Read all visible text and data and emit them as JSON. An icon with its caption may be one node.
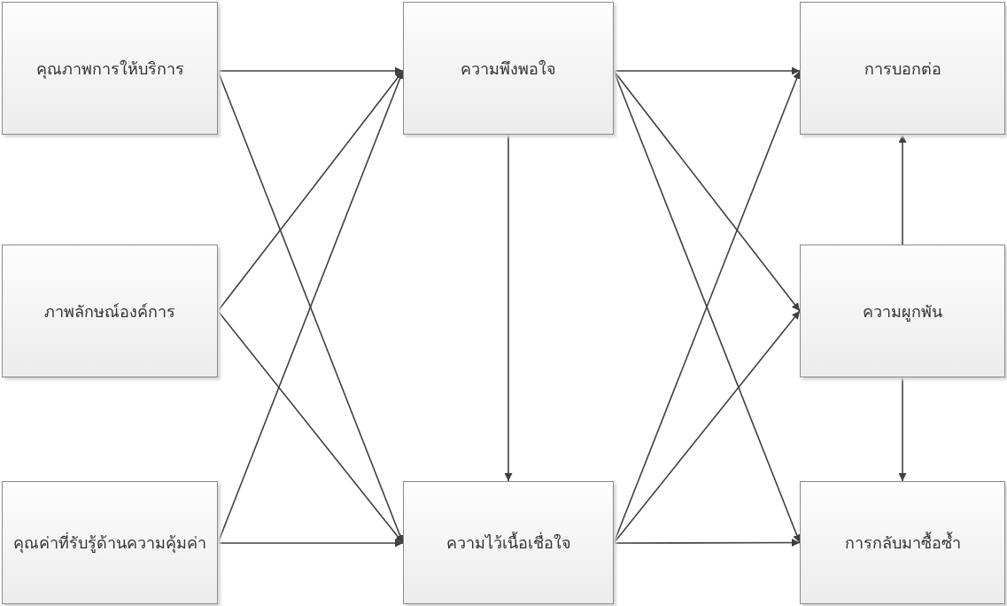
{
  "diagram": {
    "nodes": [
      {
        "text": [
          "คุณภาพการให้บริการ"
        ]
      },
      {
        "text": [
          "ภาพลักษณ์องค์การ"
        ]
      },
      {
        "text": [
          "คุณค่าที่รับรู้ด้านความคุ้มค่า"
        ]
      },
      {
        "text": [
          "ความพึงพอใจ"
        ]
      },
      {
        "text": [
          "ความไว้เนื้อเชื่อใจ"
        ]
      },
      {
        "text": [
          "การบอกต่อ"
        ]
      },
      {
        "text": [
          "ความผูกพัน"
        ]
      },
      {
        "text": [
          "การกลับมาซื้อซ้ำ"
        ]
      }
    ],
    "edges": [
      {
        "from": 0,
        "to": 3,
        "arrow": "to"
      },
      {
        "from": 0,
        "to": 4,
        "arrow": "to"
      },
      {
        "from": 1,
        "to": 3,
        "arrow": "to"
      },
      {
        "from": 1,
        "to": 4,
        "arrow": "to"
      },
      {
        "from": 2,
        "to": 3,
        "arrow": "to"
      },
      {
        "from": 2,
        "to": 4,
        "arrow": "to"
      },
      {
        "from": 3,
        "to": 4,
        "arrow": "to"
      },
      {
        "from": 3,
        "to": 5,
        "arrow": "to"
      },
      {
        "from": 3,
        "to": 6,
        "arrow": "to"
      },
      {
        "from": 3,
        "to": 7,
        "arrow": "to"
      },
      {
        "from": 4,
        "to": 5,
        "arrow": "to"
      },
      {
        "from": 4,
        "to": 6,
        "arrow": "to"
      },
      {
        "from": 4,
        "to": 7,
        "arrow": "to"
      },
      {
        "from": 6,
        "to": 5,
        "arrow": "to"
      },
      {
        "from": 6,
        "to": 7,
        "arrow": "to"
      }
    ]
  }
}
